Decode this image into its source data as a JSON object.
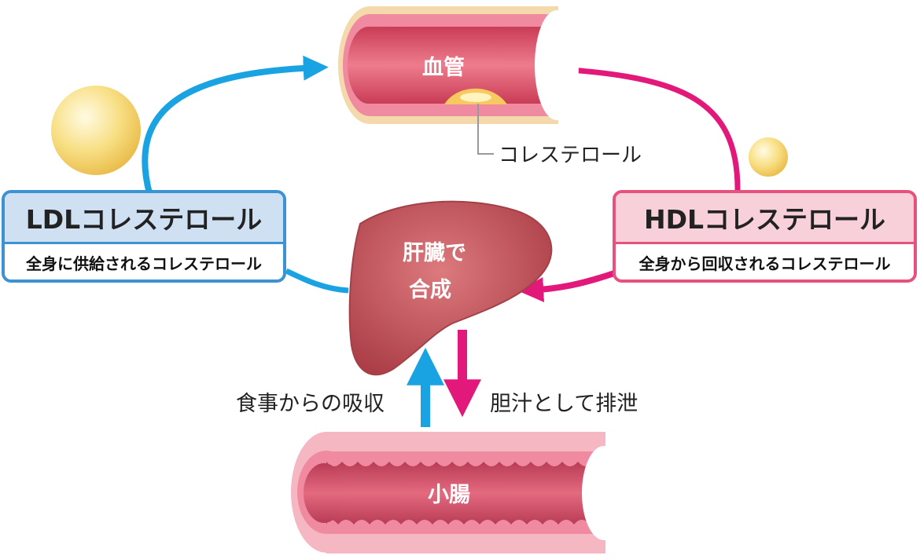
{
  "blood_vessel": {
    "label": "血管"
  },
  "plaque": {
    "label": "コレステロール"
  },
  "ldl": {
    "title": "LDLコレステロール",
    "description": "全身に供給されるコレステロール"
  },
  "hdl": {
    "title": "HDLコレステロール",
    "description": "全身から回収されるコレステロール"
  },
  "liver": {
    "line1": "肝臓で",
    "line2": "合成"
  },
  "intestine": {
    "label": "小腸"
  },
  "flows": {
    "absorption": "食事からの吸収",
    "excretion": "胆汁として排泄"
  },
  "colors": {
    "ldl_blue": "#1aa3e3",
    "hdl_pink": "#e2197a",
    "liver": "#b9494f",
    "vessel": "#d94e63"
  }
}
